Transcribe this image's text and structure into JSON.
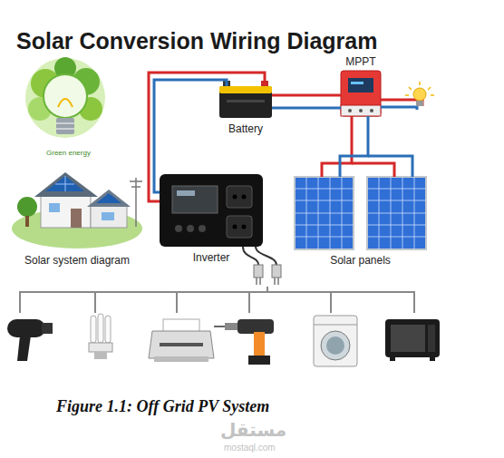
{
  "diagram": {
    "title": "Solar Conversion Wiring Diagram",
    "caption": "Figure 1.1: Off Grid PV System",
    "nodes": [
      {
        "text": [
          "Battery"
        ]
      },
      {
        "text": [
          "MPPT"
        ]
      },
      {
        "text": [
          "Solar system diagram"
        ]
      },
      {
        "text": [
          "Inverter"
        ]
      },
      {
        "text": [
          "Solar panels"
        ]
      }
    ],
    "edges": [
      {
        "from": 3,
        "to": 0,
        "arrow": "none"
      },
      {
        "from": 0,
        "to": 1,
        "arrow": "none"
      },
      {
        "from": 1,
        "to": 4,
        "arrow": "none"
      }
    ],
    "labels": [
      "Green energy",
      "مستقل",
      "mostaql.com"
    ]
  }
}
